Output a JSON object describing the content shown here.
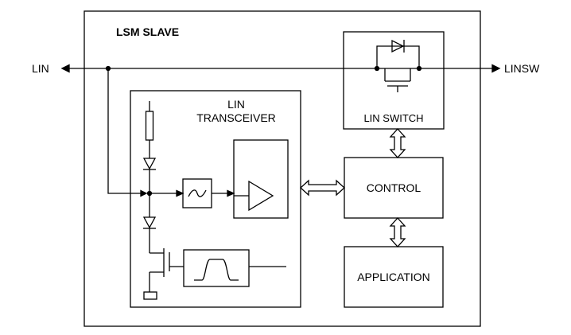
{
  "diagram": {
    "title": "LSM SLAVE",
    "pins": {
      "left": "LIN",
      "right": "LINSW"
    },
    "blocks": {
      "transceiver": {
        "line1": "LIN",
        "line2": "TRANSCEIVER"
      },
      "lin_switch": "LIN SWITCH",
      "control": "CONTROL",
      "application": "APPLICATION"
    }
  }
}
